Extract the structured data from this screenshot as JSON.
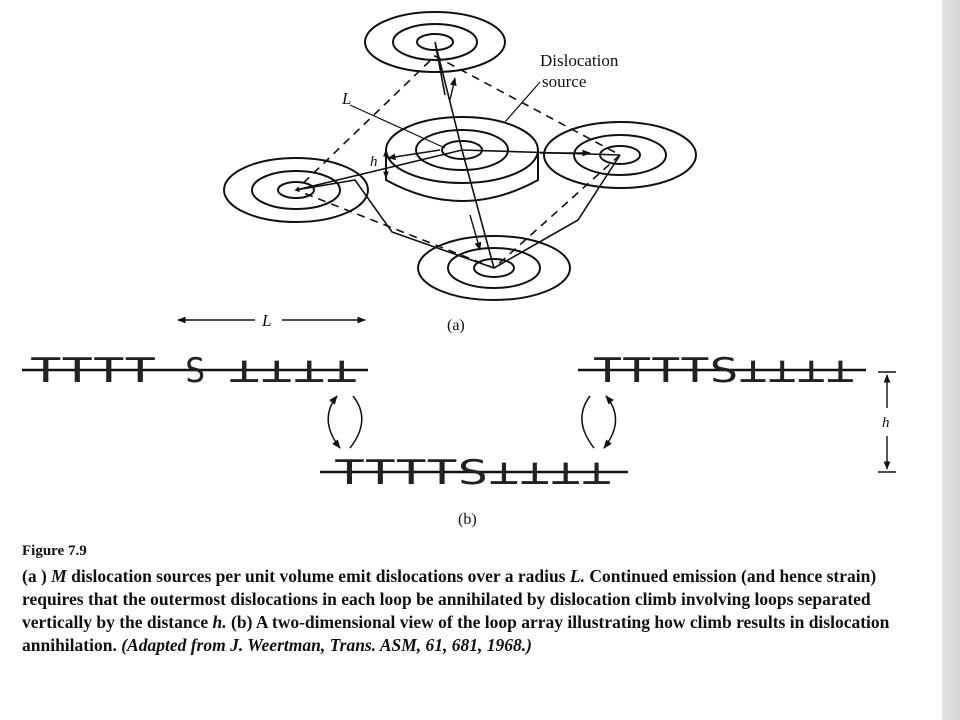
{
  "panel_a": {
    "label_dislocation_1": "Dislocation",
    "label_dislocation_2": "source",
    "label_L": "L",
    "label_h": "h",
    "caption": "(a)"
  },
  "panel_b": {
    "label_L": "L",
    "label_h": "h",
    "caption": "(b)",
    "row1_left": "TTTT",
    "row1_S": "S",
    "row1_right": "⊥⊥⊥⊥",
    "row2_text": "TTTTS⊥⊥⊥⊥",
    "row3_text": "TTTTS⊥⊥⊥⊥"
  },
  "caption": {
    "figure_number": "Figure 7.9",
    "part_a_label": "(a ) ",
    "part_a_M": "M",
    "part_a_text1": " dislocation sources per unit volume emit dislocations over a radius ",
    "part_a_L": "L.",
    "part_a_text2": " Continued emission (and hence strain) requires that the outermost dislocations in each loop be annihilated by dislocation climb involving loops separated vertically by the distance ",
    "part_a_h": "h.",
    "part_b_text": " (b) A two-dimensional view of the loop array illustrating how climb results in dislocation annihilation. ",
    "source": "(Adapted from J. Weertman, Trans. ASM, 61, 681, 1968.)"
  }
}
